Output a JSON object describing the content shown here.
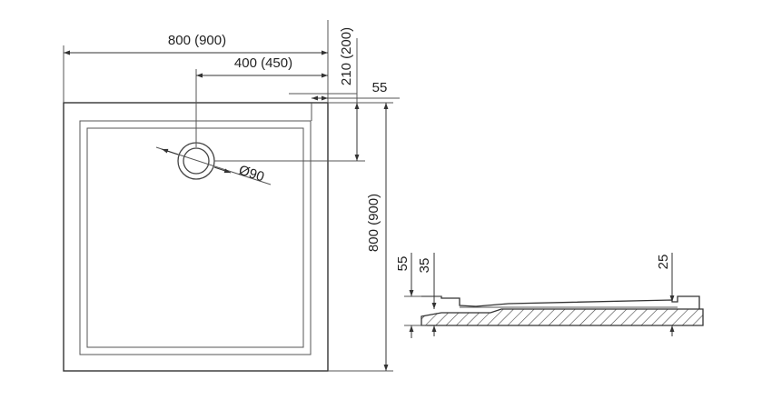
{
  "top_view": {
    "dim_width": "800 (900)",
    "dim_drain_offset_x": "400 (450)",
    "dim_drain_offset_y": "210 (200)",
    "dim_rim": "55",
    "dim_drain_diameter": "Ø90",
    "dim_height": "800 (900)"
  },
  "side_view": {
    "dim_total_height": "55",
    "dim_drain_height": "35",
    "dim_edge_height": "25"
  }
}
